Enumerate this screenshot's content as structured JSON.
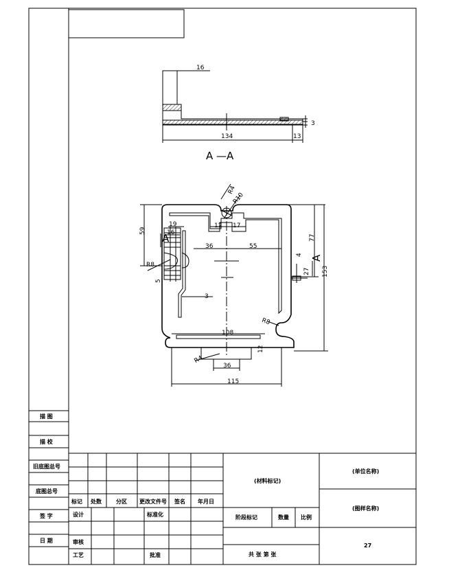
{
  "drawing": {
    "section_label": "A —A",
    "view_arrow_left": "A",
    "view_arrow_right": "A",
    "section_dims": {
      "d16": "16",
      "d134": "134",
      "d13": "13",
      "d3": "3"
    },
    "plan_dims": {
      "r4_top": "R4",
      "r10": "R10",
      "d12": "12",
      "d17": "17",
      "d19": "19",
      "d16": "16",
      "d59": "59",
      "d36a": "36",
      "d55": "55",
      "r8": "R8",
      "d5": "5",
      "d3": "3",
      "d4": "4",
      "d77": "77",
      "d153": "153",
      "d27": "27",
      "r8b": "R8",
      "d108": "108",
      "r4_bottom": "R4",
      "d12b": "12",
      "d36b": "36",
      "d115": "115"
    }
  },
  "title_block": {
    "left_column": {
      "draw": "描 图",
      "trace": "描 校",
      "old_no": "旧底图总号",
      "base_no": "底图总号",
      "sign": "签 字",
      "date": "日 期"
    },
    "revision_headers": [
      "标记",
      "处数",
      "分区",
      "更改文件号",
      "签名",
      "年月日"
    ],
    "design": "设计",
    "standardize": "标准化",
    "check": "审核",
    "process": "工艺",
    "approve": "批准",
    "material": "(材料标记)",
    "stage_mark": "阶段标记",
    "weight": "数量",
    "scale": "比例",
    "sheet_text": "共 张 第 张",
    "unit_name": "(单位名称)",
    "drawing_name": "(图样名称)",
    "drawing_no": "27"
  }
}
